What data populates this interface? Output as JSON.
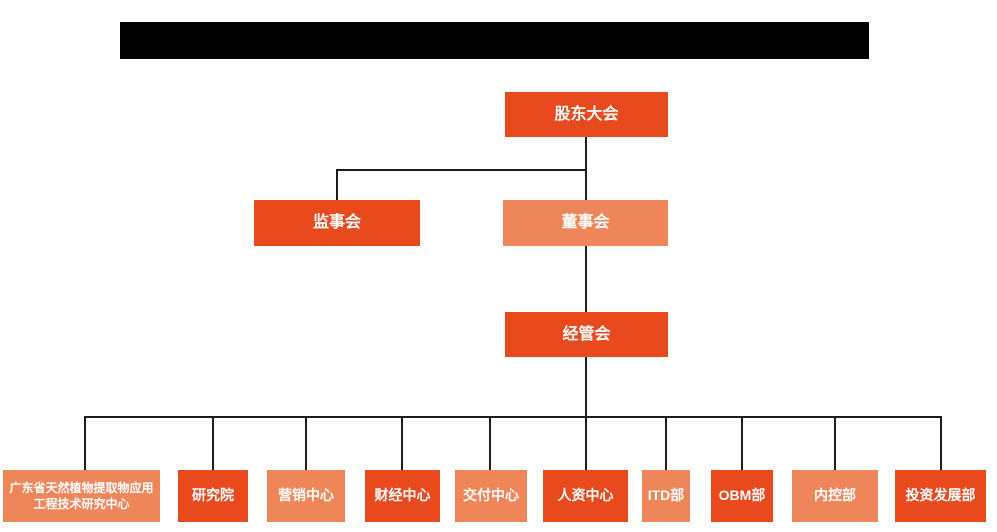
{
  "colors": {
    "primary_box": "#e8491d",
    "secondary_box": "#ef8659",
    "connector_line": "#1b1b1b",
    "box_text": "#ffffff",
    "redacted_title_bar": "#000000"
  },
  "header": {
    "redacted_title_bar": {
      "color": "#000000"
    }
  },
  "org": {
    "level1": [
      {
        "label": "股东大会",
        "variant": "primary"
      }
    ],
    "level2": [
      {
        "label": "监事会",
        "variant": "primary"
      },
      {
        "label": "董事会",
        "variant": "secondary"
      }
    ],
    "level3": [
      {
        "label": "经管会",
        "variant": "primary"
      }
    ],
    "level4": [
      {
        "label": "广东省天然植物提取物应用工程技术研究中心",
        "variant": "secondary"
      },
      {
        "label": "研究院",
        "variant": "primary"
      },
      {
        "label": "营销中心",
        "variant": "secondary"
      },
      {
        "label": "财经中心",
        "variant": "primary"
      },
      {
        "label": "交付中心",
        "variant": "secondary"
      },
      {
        "label": "人资中心",
        "variant": "primary"
      },
      {
        "label": "ITD部",
        "variant": "secondary"
      },
      {
        "label": "OBM部",
        "variant": "primary"
      },
      {
        "label": "内控部",
        "variant": "secondary"
      },
      {
        "label": "投资发展部",
        "variant": "primary"
      }
    ]
  }
}
